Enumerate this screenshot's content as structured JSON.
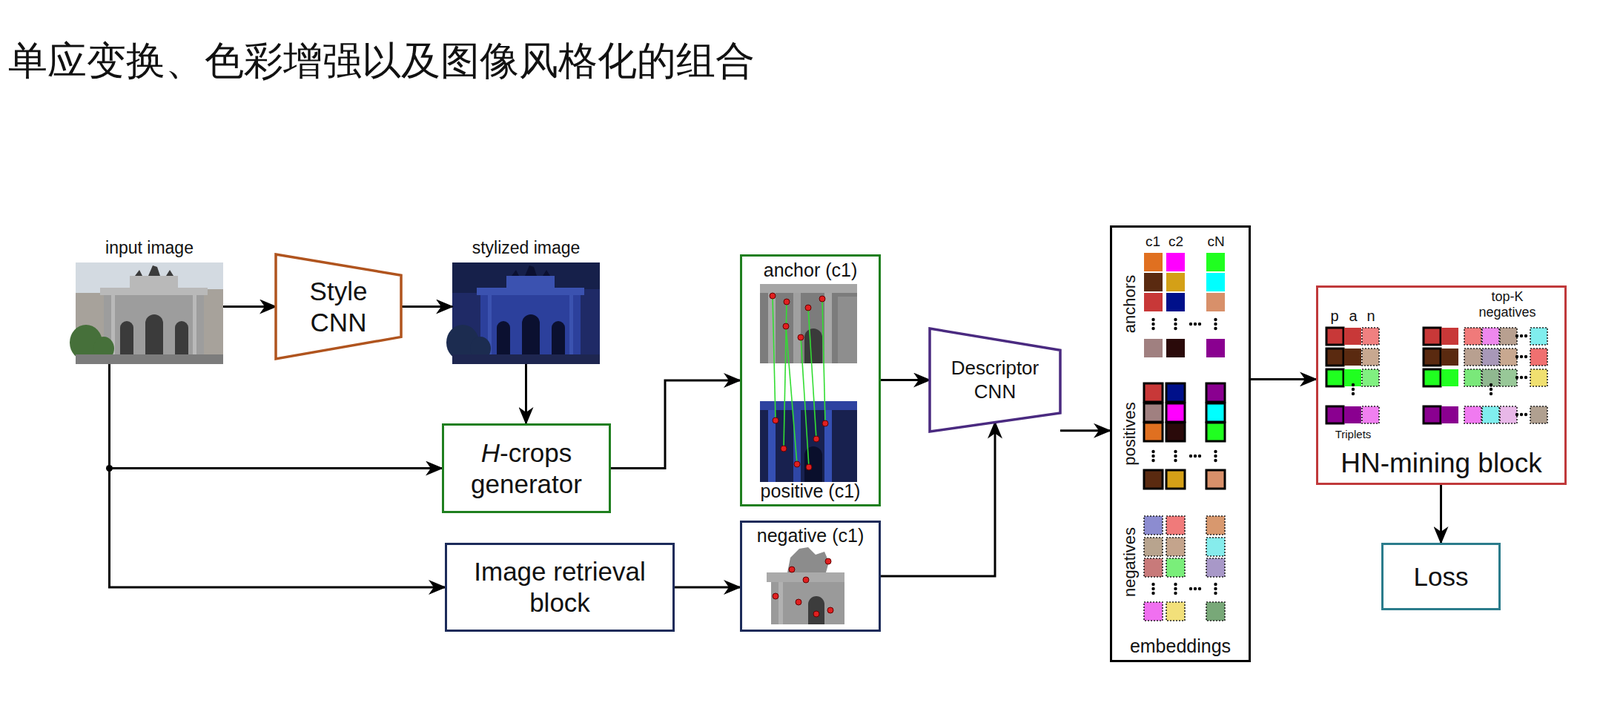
{
  "diagram": {
    "title": "单应变换、色彩增强以及图像风格化的组合",
    "nodes": [
      {
        "text": [
          "input image"
        ]
      },
      {
        "text": [
          "Style CNN"
        ]
      },
      {
        "text": [
          "stylized image"
        ]
      },
      {
        "text": [
          "H-crops generator"
        ]
      },
      {
        "text": [
          "anchor (c1)",
          "positive (c1)"
        ]
      },
      {
        "text": [
          "negative (c1)"
        ]
      },
      {
        "text": [
          "Image retrieval block"
        ]
      },
      {
        "text": [
          "Descriptor CNN"
        ]
      },
      {
        "text": [
          "embeddings"
        ]
      },
      {
        "text": [
          "HN-mining block"
        ]
      },
      {
        "text": [
          "Loss"
        ]
      }
    ],
    "edges": [
      {
        "from": 0,
        "to": 1,
        "arrow": "to"
      },
      {
        "from": 1,
        "to": 2,
        "arrow": "to"
      },
      {
        "from": 2,
        "to": 3,
        "arrow": "to"
      },
      {
        "from": 0,
        "to": 3,
        "arrow": "to"
      },
      {
        "from": 0,
        "to": 6,
        "arrow": "to"
      },
      {
        "from": 3,
        "to": 4,
        "arrow": "to"
      },
      {
        "from": 6,
        "to": 5,
        "arrow": "to"
      },
      {
        "from": 4,
        "to": 7,
        "arrow": "to"
      },
      {
        "from": 5,
        "to": 7,
        "arrow": "to"
      },
      {
        "from": 7,
        "to": 8,
        "arrow": "to"
      },
      {
        "from": 8,
        "to": 9,
        "arrow": "to"
      },
      {
        "from": 9,
        "to": 10,
        "arrow": "to"
      }
    ],
    "labels": [
      "c1",
      "c2",
      "cN",
      "anchors",
      "positives",
      "negatives",
      "p",
      "a",
      "n",
      "Triplets",
      "top-K negatives"
    ]
  }
}
